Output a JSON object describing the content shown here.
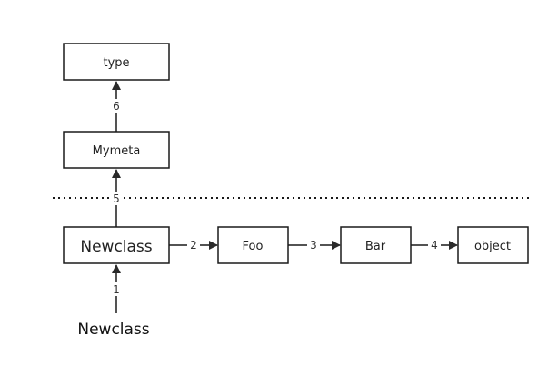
{
  "nodes": {
    "type": "type",
    "mymeta": "Mymeta",
    "newclass": "Newclass",
    "foo": "Foo",
    "bar": "Bar",
    "object": "object"
  },
  "edges": {
    "e1": "1",
    "e2": "2",
    "e3": "3",
    "e4": "4",
    "e5": "5",
    "e6": "6"
  },
  "caller_label": "Newclass"
}
